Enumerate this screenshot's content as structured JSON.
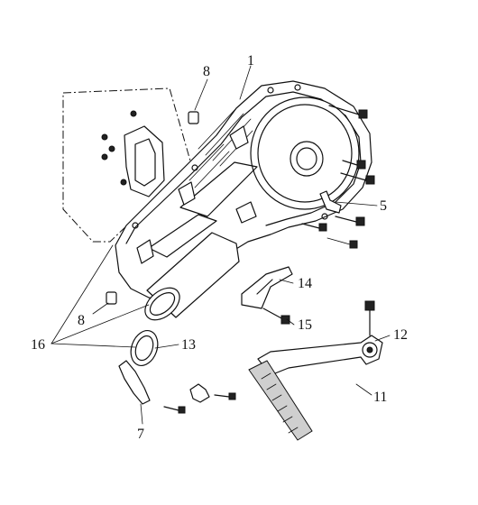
{
  "callouts": {
    "c1": "1",
    "c5": "5",
    "c7": "7",
    "c8_top": "8",
    "c8_left": "8",
    "c11": "11",
    "c12": "12",
    "c13": "13",
    "c14": "14",
    "c15": "15",
    "c16": "16"
  },
  "colors": {
    "ink": "#111111",
    "background": "#ffffff",
    "shade": "#cfcfcf"
  }
}
